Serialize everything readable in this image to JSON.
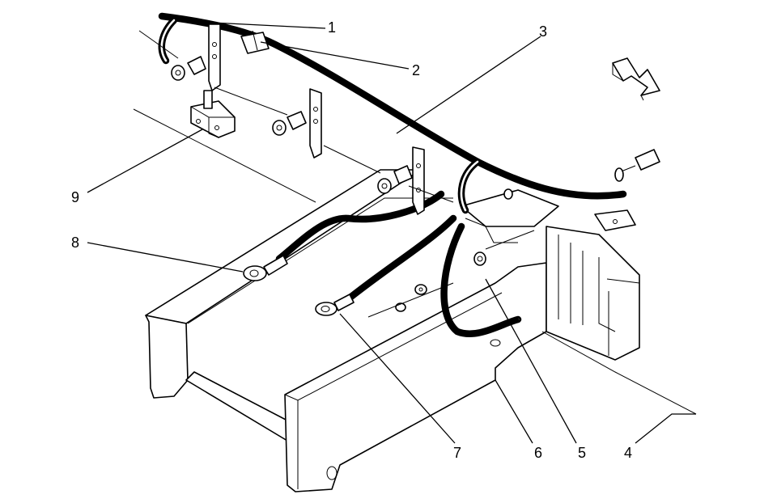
{
  "callouts": {
    "c1": "1",
    "c2": "2",
    "c3": "3",
    "c4": "4",
    "c5": "5",
    "c6": "6",
    "c7": "7",
    "c8": "8",
    "c9": "9"
  },
  "icons": {
    "direction_arrow": "front-direction-arrow-icon"
  }
}
